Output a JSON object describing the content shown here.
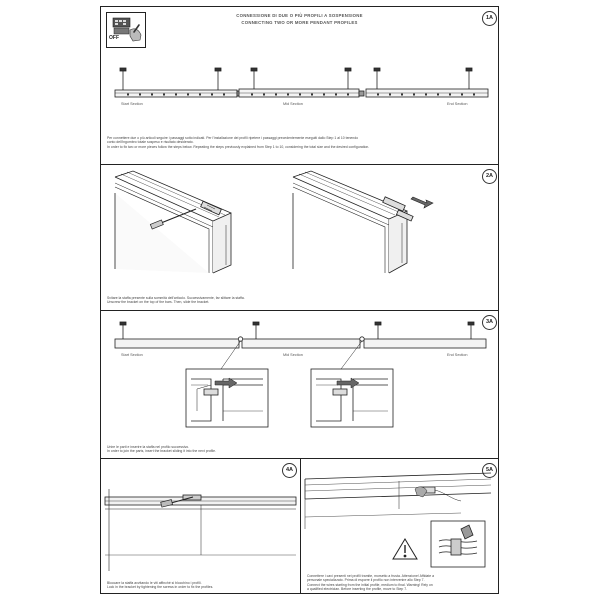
{
  "header": {
    "switch_label": "OFF",
    "title_it": "CONNESSIONE DI DUE O PIÙ PROFILI A SOSPENSIONE",
    "title_en": "CONNECTING TWO OR MORE PENDANT PROFILES"
  },
  "step1": {
    "badge": "1A",
    "captions": [
      "Start Section",
      "Mid Section",
      "End Section"
    ],
    "note_it_1": "Per connettere due o più articoli seguire i passaggi sotto indicati. Per l'installazione dei profili ripetere i passaggi precedentemente eseguiti dallo Step 1 al 10 tenendo",
    "note_it_2": "conto dell'ingombro totale sospeso e risultato desiderato.",
    "note_en": "In order to fix two or more pieces follow the steps below. Repeating the steps previously explained from Step 1 to 10, considering the total size and the desired configuration."
  },
  "step2": {
    "badge": "2A",
    "note_it": "Svitare la staffa presente sulla sommità dell'articolo. Successivamente, far slittare la staffa.",
    "note_en": "Unscrew the bracket on the top of the bars. Then, slide the bracket."
  },
  "step3": {
    "badge": "3A",
    "captions": [
      "Start Section",
      "Mid Section",
      "End Section"
    ],
    "note_it": "Unire le parti e inserire la staffa nel profilo successivo.",
    "note_en": "In order to join the parts, insert the bracket sliding it into the next profile."
  },
  "step4": {
    "badge": "4A",
    "note_it": "Bloccare la staffa avvitando le viti affinché si blocchino i profili.",
    "note_en": "Lock in the bracket by tightening the screws in order to fix the profiles."
  },
  "step5": {
    "badge": "5A",
    "note_1": "Connettere i cavi presenti nei profili tramite, morsetto a frusta. Attenzione! Affidate a",
    "note_2": "personale specializzato. Prima di esporre il profilo non intervenire allo Step 7.",
    "note_3": "Connect the wires starting from the initial profile, medium to final. Warning! Rely on",
    "note_4": "a qualified electrician. Before inserting the profile, move to Step 7."
  }
}
